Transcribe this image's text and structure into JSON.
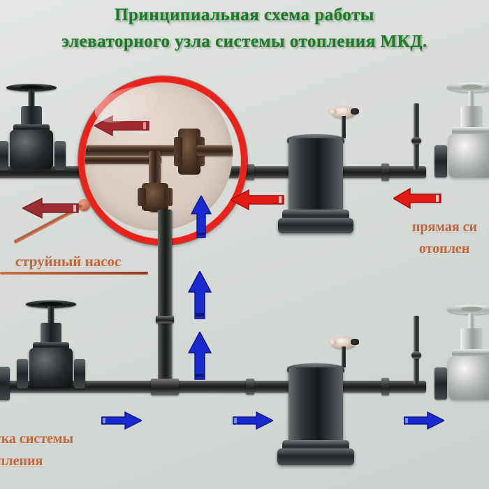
{
  "title": {
    "line1": "Принципиальная схема работы",
    "line2": "элеваторного узла системы отопления МКД.",
    "color": "#1d7a27"
  },
  "labels": {
    "jet_pump": "струйный насос",
    "supply_line1": "прямая си",
    "supply_line2": "отоплен",
    "return_line1": "тка системы",
    "return_line2": "опления",
    "color": "#c2663c"
  },
  "background": {
    "color": "#d7dbd8"
  },
  "magnifier": {
    "ring_color": "#e8231b",
    "lens_color": "#dccabe",
    "target": "струйный насос"
  },
  "arrows": [
    {
      "id": "supply-far-left",
      "direction": "left",
      "color": "#9e2d33",
      "note": "прямая подача в элеватор"
    },
    {
      "id": "supply-lens",
      "direction": "left",
      "color": "#a02a2e",
      "note": "поток внутри лупы"
    },
    {
      "id": "supply-mid",
      "direction": "left",
      "color": "#e21b16",
      "note": "прямая подача"
    },
    {
      "id": "supply-right",
      "direction": "left",
      "color": "#e21b16",
      "note": "прямая подача из сети"
    },
    {
      "id": "return-up-1",
      "direction": "up",
      "color": "#1a2ad1",
      "note": "обратка в элеватор"
    },
    {
      "id": "return-up-2",
      "direction": "up",
      "color": "#1a2ad1",
      "note": "обратка в элеватор"
    },
    {
      "id": "return-up-3",
      "direction": "up",
      "color": "#1a2ad1",
      "note": "обратка в элеватор"
    },
    {
      "id": "return-right-1",
      "direction": "right",
      "color": "#1a2ad1",
      "note": "обратка системы"
    },
    {
      "id": "return-right-2",
      "direction": "right",
      "color": "#1a2ad1",
      "note": "обратка системы"
    },
    {
      "id": "return-right-3",
      "direction": "right",
      "color": "#1a2ad1",
      "note": "обратка системы"
    }
  ],
  "equipment": {
    "valve_top_left": "задвижка",
    "valve_top_right": "задвижка",
    "valve_bottom_left": "задвижка",
    "valve_bottom_right": "задвижка",
    "mud_collector_top": "грязевик",
    "mud_collector_bottom": "грязевик",
    "elevator": "элеватор"
  }
}
